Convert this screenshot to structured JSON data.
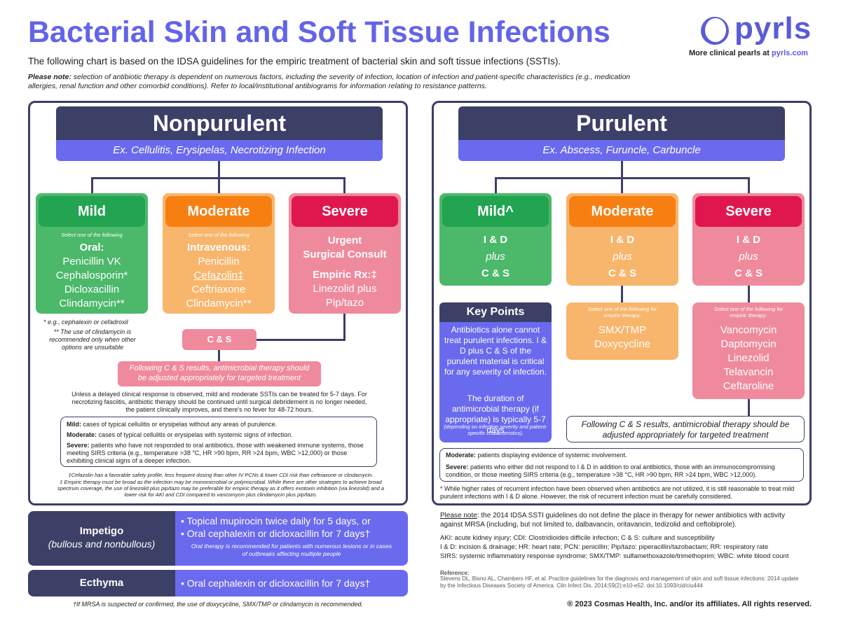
{
  "header": {
    "title": "Bacterial Skin and Soft Tissue Infections",
    "subtitle": "The following chart is based on the IDSA guidelines for the empiric treatment of bacterial skin and soft tissue infections (SSTIs).",
    "note_bold": "Please note:",
    "note_text": " selection of antibiotic therapy is dependent on numerous factors, including the severity of infection, location of infection and patient-specific characteristics (e.g., medication allergies, renal function and other comorbid conditions). Refer to local/institutional antibiograms for information relating to resistance patterns."
  },
  "brand": {
    "logo_text": "pyrls",
    "tagline_prefix": "More clinical pearls at ",
    "tagline_link": "pyrls.com",
    "color": "#5b5bd6"
  },
  "nonpurulent": {
    "title": "Nonpurulent",
    "examples": "Ex. Cellulitis, Erysipelas, Necrotizing Infection",
    "mild": {
      "label": "Mild",
      "select": "Select one of the following",
      "route": "Oral:",
      "drugs": [
        "Penicillin VK",
        "Cephalosporin*",
        "Dicloxacillin",
        "Clindamycin**"
      ]
    },
    "moderate": {
      "label": "Moderate",
      "select": "Select one of the following",
      "route": "Intravenous:",
      "drugs": [
        "Penicillin",
        "Cefazolin‡",
        "Ceftriaxone",
        "Clindamycin**"
      ]
    },
    "severe": {
      "label": "Severe",
      "line1": "Urgent",
      "line2": "Surgical Consult",
      "empiric": "Empiric Rx:‡",
      "drugs": [
        "Linezolid plus",
        "Pip/tazo"
      ]
    },
    "mild_footnote_1": "* e.g., cephalexin or cefadroxil",
    "mild_footnote_2": "** The use of clindamycin is recommended only when other options are unsuitable",
    "cs_label": "C & S",
    "cs_followup": "Following C & S results, antimicrobial therapy should be adjusted appropriately for targeted treatment",
    "duration_text": "Unless a delayed clinical response is observed, mild and moderate SSTIs can be treated for 5-7 days. For necrotizing fasciitis, antibiotic therapy should be continued until surgical debridement is no longer needed, the patient clinically improves, and there's no fever for 48-72 hours.",
    "defs": [
      {
        "term": "Mild:",
        "text": " cases of typical cellulitis or erysipelas without any areas of purulence."
      },
      {
        "term": "Moderate:",
        "text": " cases of typical cellulitis or erysipelas with systemic signs of infection."
      },
      {
        "term": "Severe:",
        "text": " patients who have not responded to oral antibiotics, those with weakened immune systems, those meeting SIRS criteria (e.g., temperature >38 °C, HR >90 bpm, RR >24 bpm, WBC >12,000) or those exhibiting clinical signs of a deeper infection."
      }
    ],
    "footnote_cefazolin": "‡Cefazolin has a favorable safety profile, less frequent dosing than other IV PCNs & lower CDI risk than ceftriaxone or clindamycin.",
    "footnote_empiric": "‡ Empiric therapy must be broad as the infection may be monomicrobial or polymicrobial. While there are other strategies to achieve broad spectrum coverage, the use of linezolid plus pip/tazo may be preferable for empiric therapy as it offers exotoxin inhibition (via linezolid) and a lower risk for AKI and CDI compared to vancomycin plus clindamycin plus pip/tazo."
  },
  "purulent": {
    "title": "Purulent",
    "examples": "Ex. Abscess, Furuncle, Carbuncle",
    "mild": {
      "label": "Mild^",
      "line1": "I & D",
      "line2": "plus",
      "line3": "C & S"
    },
    "moderate": {
      "label": "Moderate",
      "line1": "I & D",
      "line2": "plus",
      "line3": "C & S",
      "select": "Select one of the following for empiric therapy:",
      "drugs": [
        "SMX/TMP",
        "Doxycycline"
      ]
    },
    "severe": {
      "label": "Severe",
      "line1": "I & D",
      "line2": "plus",
      "line3": "C & S",
      "select": "Select one of the following for empiric therapy:",
      "drugs": [
        "Vancomycin",
        "Daptomycin",
        "Linezolid",
        "Telavancin",
        "Ceftaroline"
      ]
    },
    "key_points": {
      "title": "Key Points",
      "p1": "Antibiotics alone cannot treat purulent infections. I & D plus C & S of the purulent material is critical for any severity of infection.",
      "p2": "The duration of antimicrobial therapy (if appropriate) is typically 5-7 days",
      "p3": "(depending on infection severity and patient-specific characteristics)."
    },
    "cs_followup": "Following C & S results, antimicrobial therapy should be adjusted appropriately for targeted treatment",
    "defs": [
      {
        "term": "Moderate:",
        "text": " patients displaying evidence of systemic involvement."
      },
      {
        "term": "Severe:",
        "text": " patients who either did not respond to I & D in addition to oral antibiotics, those with an immunocompromising condition, or those meeting SIRS criteria (e.g., temperature >38 °C, HR >90 bpm, RR >24 bpm, WBC >12,000)."
      }
    ],
    "footnote": "* While higher rates of recurrent infection have been observed when antibiotics are not utilized, it is still reasonable to treat mild purulent infections with I & D alone. However, the risk of recurrent infection must be carefully considered."
  },
  "impetigo": {
    "title": "Impetigo",
    "subtitle": "(bullous and nonbullous)",
    "bullet1": "• Topical mupirocin twice daily for 5 days, or",
    "bullet2": "• Oral cephalexin or dicloxacillin for 7 days†",
    "note": "Oral therapy is recommended for patients with numerous lesions or in cases of outbreaks affecting multiple people"
  },
  "ecthyma": {
    "title": "Ecthyma",
    "bullet": "• Oral cephalexin or dicloxacillin for 7 days†"
  },
  "mrsa_note": "†If MRSA is suspected or confirmed, the use of doxycycline, SMX/TMP or clindamycin is recommended.",
  "footer": {
    "please_note_label": "Please note",
    "please_note": ": the 2014 IDSA SSTI guidelines do not define the place in therapy for newer antibiotics with activity against MRSA (including, but not limited to, dalbavancin, oritavancin, tedizolid and ceftobiprole).",
    "abbrev1": "AKI: acute kidney injury; CDI: Clostridioides difficile infection; C & S: culture and susceptibility",
    "abbrev2": "I & D: incision & drainage; HR: heart rate; PCN: penicillin; Pip/tazo: piperacillin/tazobactam; RR: respiratory rate",
    "abbrev3": "SIRS: systemic inflammatory response syndrome; SMX/TMP: sulfamethoxazole/trimethoprim; WBC: white blood count",
    "reference_label": "Reference:",
    "reference": "Stevens DL, Bisno AL, Chambers HF, et al. Practice guidelines for the diagnosis and management of skin and soft tissue infections: 2014 update by the Infectious Diseases Society of America. Clin Infect Dis. 2014;59(2):e10-e52. doi:10.1093/cid/ciu444",
    "copyright": "® 2023 Cosmas Health, Inc. and/or its affiliates. All rights reserved."
  }
}
